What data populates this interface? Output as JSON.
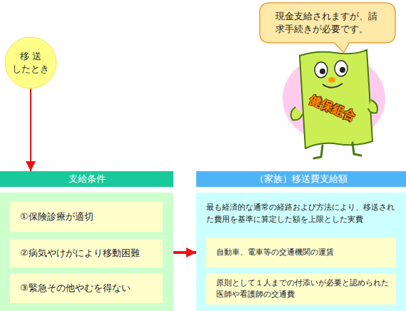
{
  "diagram": {
    "nodes": [
      {
        "text": [
          "移 送 したとき"
        ]
      },
      {
        "text": [
          "現金支給されますが、請求手続きが必要です。"
        ]
      },
      {
        "text": [
          "支給条件"
        ]
      },
      {
        "text": [
          "①保険診療が適切"
        ],
        "in": 2
      },
      {
        "text": [
          "②病気やけがにより移動困難"
        ],
        "in": 2
      },
      {
        "text": [
          "③緊急その他やむを得ない"
        ],
        "in": 2
      },
      {
        "text": [
          "（家族）移送費支給額",
          "最も経済的な通常の経路および方法により、移送された費用を基準に算定した額を上限とした実費"
        ]
      },
      {
        "text": [
          "自動車、電車等の交通機関の運賃"
        ],
        "in": 6
      },
      {
        "text": [
          "原則として１人までの付添いが必要と認められた医師や看護師の交通費"
        ],
        "in": 6
      }
    ],
    "edges": [
      {
        "from": 0,
        "to": 2,
        "arrow": "to"
      },
      {
        "from": 2,
        "to": 6,
        "arrow": "to"
      }
    ],
    "labels": [
      "健保組合"
    ]
  }
}
